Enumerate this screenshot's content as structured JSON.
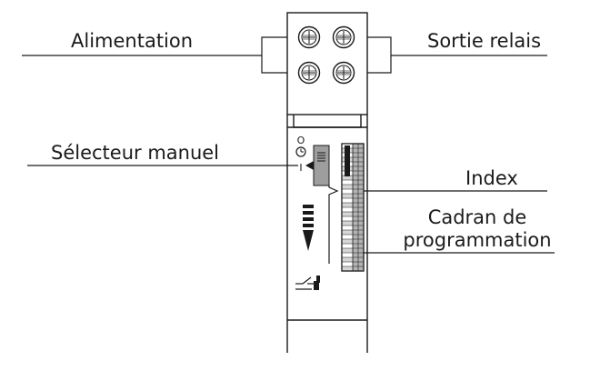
{
  "labels": {
    "alimentation": "Alimentation",
    "sortie_relais": "Sortie relais",
    "selecteur_manuel": "Sélecteur manuel",
    "index": "Index",
    "cadran_line1": "Cadran de",
    "cadran_line2": "programmation"
  },
  "selector_symbols": {
    "off": "O",
    "auto": "clock-symbol",
    "on": "I"
  },
  "icons": [
    "screw-terminal-icon",
    "selector-arrow-icon",
    "down-arrow-icon",
    "relay-contact-icon"
  ],
  "colors": {
    "line": "#1a1a1a",
    "dial_gray": "#b3b3b3",
    "selector_gray": "#9e9e9e"
  }
}
